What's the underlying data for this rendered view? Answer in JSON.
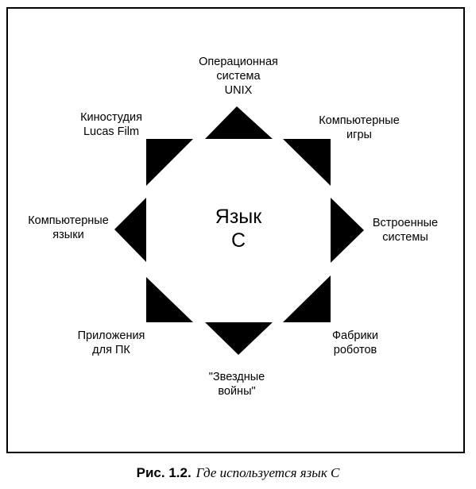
{
  "center": {
    "line1": "Язык",
    "line2": "С"
  },
  "labels": {
    "top": {
      "lines": [
        "Операционная",
        "система",
        "UNIX"
      ]
    },
    "top_right": {
      "lines": [
        "Компьютерные",
        "игры"
      ]
    },
    "right": {
      "lines": [
        "Встроенные",
        "системы"
      ]
    },
    "bottom_right": {
      "lines": [
        "Фабрики",
        "роботов"
      ]
    },
    "bottom": {
      "lines": [
        "\"Звездные",
        "войны\""
      ]
    },
    "bottom_left": {
      "lines": [
        "Приложения",
        "для ПК"
      ]
    },
    "left": {
      "lines": [
        "Компьютерные",
        "языки"
      ]
    },
    "top_left": {
      "lines": [
        "Киностудия",
        "Lucas Film"
      ]
    }
  },
  "caption": {
    "figure": "Рис. 1.2.",
    "text": "Где используется язык С"
  },
  "colors": {
    "shape_fill": "#000000",
    "frame": "#000000"
  }
}
